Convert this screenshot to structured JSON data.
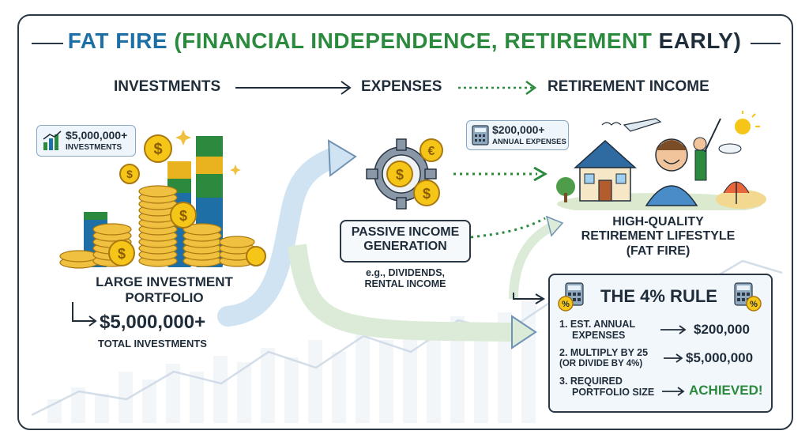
{
  "title": {
    "part1": "FAT FIRE",
    "part2": "(FINANCIAL INDEPENDENCE, RETIREMENT",
    "part3": "EARLY)"
  },
  "flow": {
    "step1": "INVESTMENTS",
    "step2": "EXPENSES",
    "step3": "RETIREMENT INCOME"
  },
  "investments_badge": {
    "amount": "$5,000,000+",
    "label": "INVESTMENTS"
  },
  "portfolio": {
    "label_line1": "LARGE INVESTMENT",
    "label_line2": "PORTFOLIO",
    "total": "$5,000,000+",
    "total_label": "TOTAL INVESTMENTS"
  },
  "passive_income": {
    "label_line1": "PASSIVE INCOME",
    "label_line2": "GENERATION",
    "example_line1": "e.g., DIVIDENDS,",
    "example_line2": "RENTAL INCOME"
  },
  "expenses_badge": {
    "amount": "$200,000+",
    "label": "ANNUAL EXPENSES"
  },
  "lifestyle": {
    "line1": "HIGH-QUALITY",
    "line2": "RETIREMENT LIFESTYLE",
    "line3": "(FAT FIRE)"
  },
  "rule": {
    "title": "THE 4% RULE",
    "row1_line1": "1. EST. ANNUAL",
    "row1_line2": "EXPENSES",
    "row1_value": "$200,000",
    "row2_line1": "2. MULTIPLY BY 25",
    "row2_line2": "(OR DIVIDE BY 4%)",
    "row2_value": "$5,000,000",
    "row3_line1": "3. REQUIRED",
    "row3_line2": "PORTFOLIO SIZE",
    "row3_value": "ACHIEVED!"
  },
  "icons": {
    "coin_symbol": "$",
    "euro_symbol": "€",
    "percent_symbol": "%"
  },
  "colors": {
    "blue": "#1d6fa5",
    "green": "#2b8a3e",
    "gold": "#e9b21f",
    "dark": "#1f2d3a"
  }
}
